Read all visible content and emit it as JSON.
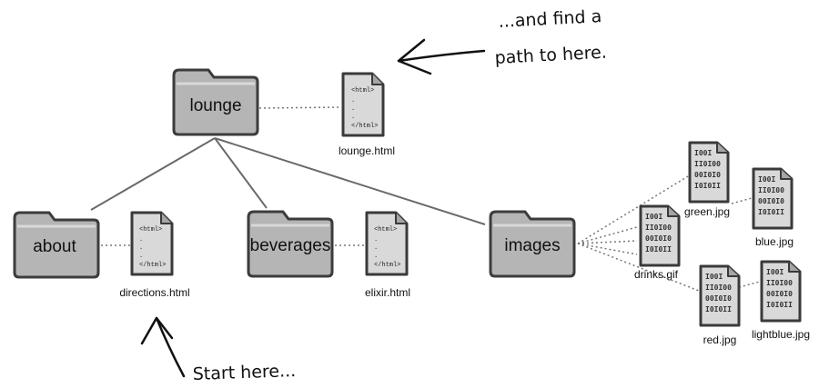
{
  "folders": {
    "lounge": "lounge",
    "about": "about",
    "beverages": "beverages",
    "images": "images"
  },
  "files": {
    "lounge_html": "lounge.html",
    "directions_html": "directions.html",
    "elixir_html": "elixir.html",
    "green_jpg": "green.jpg",
    "blue_jpg": "blue.jpg",
    "drinks_gif": "drinks.gif",
    "red_jpg": "red.jpg",
    "lightblue_jpg": "lightblue.jpg"
  },
  "html_code": {
    "open": "<html>",
    "dot": ".",
    "close": "</html>"
  },
  "image_bits": [
    "I00I",
    "II0I00",
    "00I0I0",
    "I0I0II"
  ],
  "annotations": {
    "top_line1": "...and find a",
    "top_line2": "path to here.",
    "bottom": "Start here..."
  }
}
